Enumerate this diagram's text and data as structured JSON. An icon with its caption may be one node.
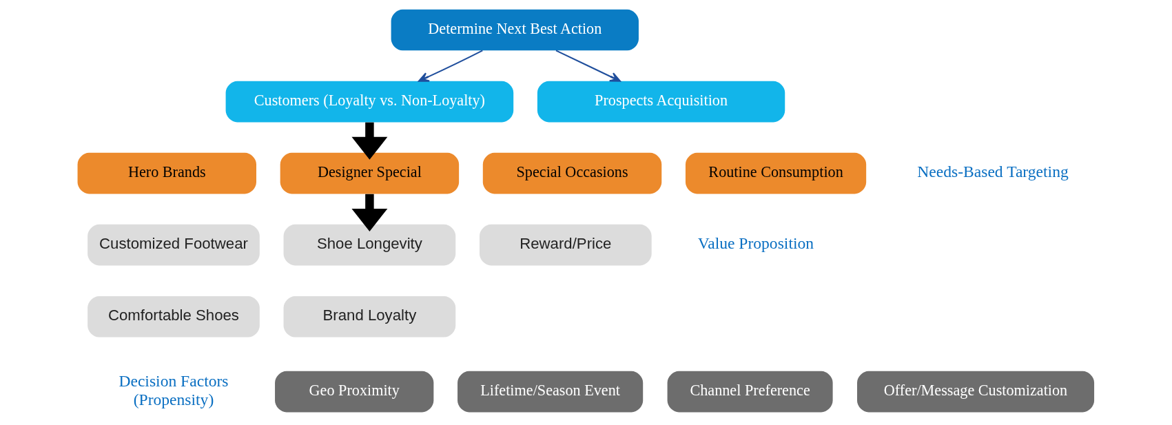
{
  "diagram": {
    "nodes": [
      {
        "text": [
          "Determine Next Best Action"
        ]
      },
      {
        "text": [
          "Customers (Loyalty vs. Non-Loyalty)"
        ]
      },
      {
        "text": [
          "Prospects Acquisition"
        ]
      },
      {
        "text": [
          "Hero Brands"
        ]
      },
      {
        "text": [
          "Designer Special"
        ]
      },
      {
        "text": [
          "Special Occasions"
        ]
      },
      {
        "text": [
          "Routine Consumption"
        ]
      },
      {
        "text": [
          "Customized Footwear"
        ]
      },
      {
        "text": [
          "Shoe Longevity"
        ]
      },
      {
        "text": [
          "Reward/Price"
        ]
      },
      {
        "text": [
          "Comfortable Shoes"
        ]
      },
      {
        "text": [
          "Brand Loyalty"
        ]
      },
      {
        "text": [
          "Geo Proximity"
        ]
      },
      {
        "text": [
          "Lifetime/Season Event"
        ]
      },
      {
        "text": [
          "Channel Preference"
        ]
      },
      {
        "text": [
          "Offer/Message Customization"
        ]
      }
    ],
    "edges": [
      {
        "from": 0,
        "to": 1,
        "arrow": "to"
      },
      {
        "from": 0,
        "to": 2,
        "arrow": "to"
      },
      {
        "from": 1,
        "to": 4,
        "arrow": "to",
        "style": "thick",
        "color": "#000000"
      },
      {
        "from": 4,
        "to": 8,
        "arrow": "to",
        "style": "thick",
        "color": "#000000"
      }
    ],
    "labels": [
      "Needs-Based Targeting",
      "Value Proposition",
      "Decision Factors (Propensity)"
    ]
  }
}
